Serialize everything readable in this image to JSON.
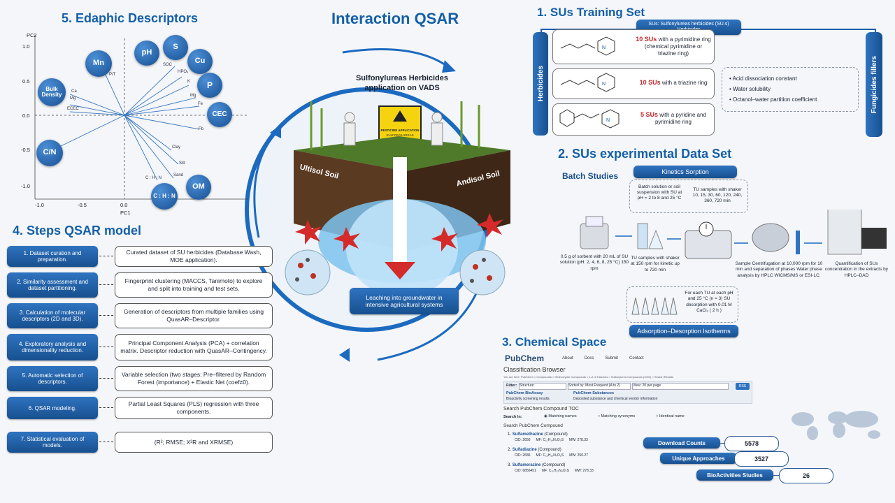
{
  "main_title": "Interaction QSAR",
  "center": {
    "caption": "Sulfonylureas Herbicides application on VADS",
    "sign_line1": "PESTICIDE APPLICATION",
    "sign_line2": "SULFONYLUREAS",
    "soil_left": "Ultisol Soil",
    "soil_right": "Andisol Soil",
    "leaching": "Leaching into groundwater in intensive agricultural systems"
  },
  "edaphic": {
    "title": "5. Edaphic Descriptors",
    "xlabel": "PC1",
    "ylabel": "PC2",
    "xticks": [
      "-1.0",
      "-0.5",
      "0.0"
    ],
    "yticks": [
      "1.0",
      "0.5",
      "0.0",
      "-0.5",
      "-1.0"
    ],
    "circles": [
      "Mn",
      "pH",
      "S",
      "Cu",
      "P",
      "CEC",
      "OM",
      "C : H : N",
      "C/N",
      "Bulk Density"
    ],
    "vectors": [
      "P/T",
      "SOC",
      "HPO₄",
      "K",
      "Mg",
      "Fe",
      "Fb",
      "Ca",
      "Mg",
      "ECEC",
      "Clay",
      "Silt",
      "Sand",
      "C : H : N"
    ]
  },
  "steps": {
    "title": "4. Steps QSAR model",
    "items": [
      {
        "label": "1. Dataset curation and preparation.",
        "desc": "Curated dataset of SU herbicides (Database Wash, MOE application)."
      },
      {
        "label": "2. Similarity assessment and dataset partitioning.",
        "desc": "Fingerprint clustering (MACCS, Tanimoto) to explore and split into training and test sets."
      },
      {
        "label": "3. Calculation of molecular descriptors (2D and 3D).",
        "desc": "Generation of descriptors from multiple families using QuasAR–Descriptor."
      },
      {
        "label": "4. Exploratory analysis and dimensionality reduction.",
        "desc": "Principal Component Analysis (PCA) + correlation matrix. Descriptor reduction with QuasAR–Contingency."
      },
      {
        "label": "5. Automatic selection of descriptors.",
        "desc": "Variable selection (two stages: Pre–filtered by Random Forest (importance) + Elastic Net (coef≠0)."
      },
      {
        "label": "6. QSAR modeling.",
        "desc": "Partial Least Squares (PLS) regression with three components."
      },
      {
        "label": "7. Statistical evaluation of models.",
        "desc": "(R²; RMSE; X²R and XRMSE)"
      }
    ]
  },
  "training": {
    "title": "1. SUs Training Set",
    "header1": "SUs: Sulfonylureas herbicides (SU.s)",
    "header2": "Herbicides",
    "left_bar": "Herbicides",
    "right_bar": "Fungicides fillers",
    "groups": [
      {
        "count": "10 SUs",
        "text": "with a pyrimidine ring (chemical pyrimidine or triazine ring)"
      },
      {
        "count": "10 SUs",
        "text": "with a triazine ring"
      },
      {
        "count": "5 SUs",
        "text": "with a pyridine and pyrimidine ring"
      }
    ],
    "properties": [
      "Acid dissociation constant",
      "Water solubility",
      "Octanol–water partition coefficient"
    ]
  },
  "experimental": {
    "title": "2. SUs experimental Data Set",
    "batch": "Batch Studies",
    "kinetics": "Kinetics Sorption",
    "step1": "Batch solution or soil suspension with SU at pH = 2 to 8 and 25 °C",
    "step2": "TU samples with shaker 10, 15, 30, 60, 120, 240, 360, 720 min",
    "sorbent": "0.5 g of sorbent with 20 mL of SU solution (pH: 2, 4, 6, 8, 25 °C) 150 rpm",
    "shaker": "TU samples with shaker at 150 rpm for kinetic up to 720 min",
    "centrifuge": "Sample Centrifugation at 10,000 rpm for 10 min and separation of phases Water phase analysis by HPLC WICMS/MS or ESI-LC.",
    "quant": "Quantification of SUs concentration in the extracts by HPLC–DAD",
    "desorption": "For each TU at each pH and 25 °C (n = 3) SU desorption with 0.01 M CaCl₂ ( 2 h )",
    "isotherms": "Adsorption–Desorption Isotherms"
  },
  "chemical": {
    "title": "3. Chemical Space",
    "pubchem_nav": [
      "About",
      "Docs",
      "Submit",
      "Contact"
    ],
    "browser_title": "Classification Browser",
    "breadcrumb": "You are here: PubChem > Compounds > Heterocyclic Compounds > 1-2-4-Triazines > Sulfonylurea Compounds (1091) > Search Results",
    "filter_label": "Filter:",
    "filter_value": "Structure:",
    "sorted_by": "Sorted by: Most Frequent (A to Z)",
    "view": "View: 20 per page",
    "rss": "RSS",
    "bioassay_title": "PubChem BioAssay",
    "bioassay_desc": "Bioactivity screening results",
    "substances_title": "PubChem Substances",
    "substances_desc": "Deposited substance and chemical vendor information",
    "toc_title": "Search PubChem Compound TOC",
    "search_in": "Search In:",
    "options": [
      "Matching names",
      "Matching synonyms",
      "Identical name"
    ],
    "search_compound": "Search PubChem Compound",
    "compounds": [
      {
        "n": "1.",
        "name": "Sulfamethazine",
        "type": "(Compound)",
        "cid": "CID: 2656",
        "mf": "MF: C₁₂H₁₄N₄O₂S",
        "mw": "MW: 278.33"
      },
      {
        "n": "2.",
        "name": "Sulfadiazine",
        "type": "(Compound)",
        "cid": "CID: 2686",
        "mf": "MF: C₁₀H₁₀N₄O₂S",
        "mw": "MW: 250.27"
      },
      {
        "n": "3.",
        "name": "Sulfamerazine",
        "type": "(Compound)",
        "cid": "CID: 6856451",
        "mf": "MF: C₁₁H₁₂N₄O₂S",
        "mw": "MW: 278.33"
      }
    ],
    "stats": [
      {
        "label": "Download Counts",
        "value": "5578"
      },
      {
        "label": "Unique Approaches",
        "value": "3527"
      },
      {
        "label": "BioActivities Studies",
        "value": "26"
      }
    ]
  }
}
